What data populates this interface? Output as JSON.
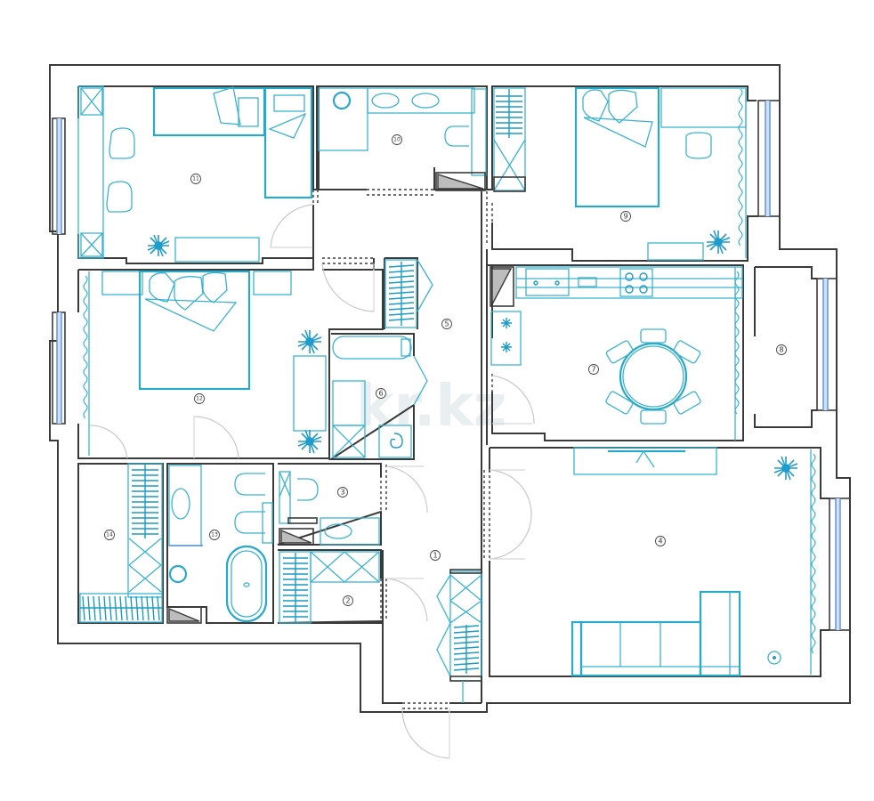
{
  "diagram": {
    "type": "apartment-floor-plan",
    "watermark": "kr.kz",
    "colors": {
      "walls": "#3a3a3a",
      "furniture": "#3bb3cf",
      "windows": "#5b8fd6",
      "shafts": "#bdbdbd",
      "doors": "#c9c9c9"
    },
    "rooms": [
      {
        "id": 1,
        "label": "1",
        "type": "entrance hall"
      },
      {
        "id": 2,
        "label": "2",
        "type": "wardrobe / storage"
      },
      {
        "id": 3,
        "label": "3",
        "type": "guest toilet"
      },
      {
        "id": 4,
        "label": "4",
        "type": "living room"
      },
      {
        "id": 5,
        "label": "5",
        "type": "corridor"
      },
      {
        "id": 6,
        "label": "6",
        "type": "bathroom with laundry"
      },
      {
        "id": 7,
        "label": "7",
        "type": "kitchen-dining"
      },
      {
        "id": 8,
        "label": "8",
        "type": "loggia"
      },
      {
        "id": 9,
        "label": "9",
        "type": "bedroom"
      },
      {
        "id": 10,
        "label": "10",
        "type": "bathroom"
      },
      {
        "id": 11,
        "label": "11",
        "type": "children's room"
      },
      {
        "id": 12,
        "label": "12",
        "type": "master bedroom"
      },
      {
        "id": 13,
        "label": "13",
        "type": "ensuite bathroom"
      },
      {
        "id": 14,
        "label": "14",
        "type": "walk-in closet"
      }
    ],
    "fixtures": [
      "double bed",
      "single bed",
      "armchair",
      "desk",
      "wardrobe",
      "shower",
      "bathtub",
      "toilet",
      "bidet",
      "washbasin",
      "sink",
      "hob",
      "oven",
      "round dining table",
      "6 chairs",
      "sofa",
      "TV unit",
      "plant",
      "curtain",
      "floor lamp",
      "washing machine",
      "utility shaft"
    ]
  }
}
